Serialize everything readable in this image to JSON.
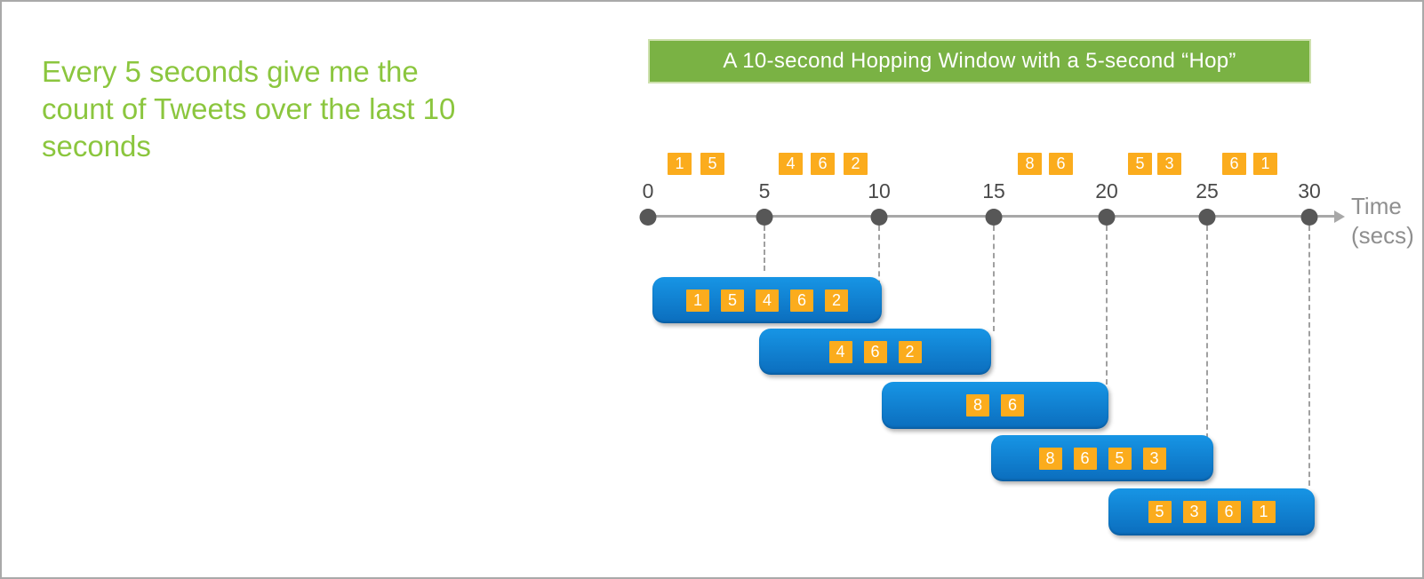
{
  "query": {
    "lines": [
      "Every 5 seconds give me the",
      "count of Tweets over the last 10",
      "seconds"
    ]
  },
  "banner": {
    "label": "A 10-second Hopping Window with a 5-second “Hop”"
  },
  "timeline": {
    "ticks": [
      "0",
      "5",
      "10",
      "15",
      "20",
      "25",
      "30"
    ],
    "axis_label_line1": "Time",
    "axis_label_line2": "(secs)"
  },
  "event_stream": {
    "clusters": [
      {
        "interval": "0-5",
        "values": [
          "1",
          "5"
        ]
      },
      {
        "interval": "5-10",
        "values": [
          "4",
          "6",
          "2"
        ]
      },
      {
        "interval": "15-20",
        "values": [
          "8",
          "6"
        ]
      },
      {
        "interval": "20-25",
        "values": [
          "5",
          "3"
        ]
      },
      {
        "interval": "25-30",
        "values": [
          "6",
          "1"
        ]
      }
    ]
  },
  "windows": {
    "items": [
      {
        "span": "0-10",
        "events": [
          "1",
          "5",
          "4",
          "6",
          "2"
        ]
      },
      {
        "span": "5-15",
        "events": [
          "4",
          "6",
          "2"
        ]
      },
      {
        "span": "10-20",
        "events": [
          "8",
          "6"
        ]
      },
      {
        "span": "15-25",
        "events": [
          "8",
          "6",
          "5",
          "3"
        ]
      },
      {
        "span": "20-30",
        "events": [
          "5",
          "3",
          "6",
          "1"
        ]
      }
    ]
  },
  "colors": {
    "query_green": "#8bc63e",
    "banner_green": "#7ab244",
    "banner_border": "#cde0ad",
    "event_orange": "#fbac1d",
    "window_blue_top": "#1795e5",
    "window_blue_bottom": "#0b6dbd",
    "timeline_gray": "#a8a8a8",
    "dash_gray": "#a0a0a0",
    "dot_gray": "#575757",
    "tick_gray": "#4a4a4a",
    "axis_label_gray": "#8f8f8f",
    "canvas_border": "#a9a9a9"
  }
}
